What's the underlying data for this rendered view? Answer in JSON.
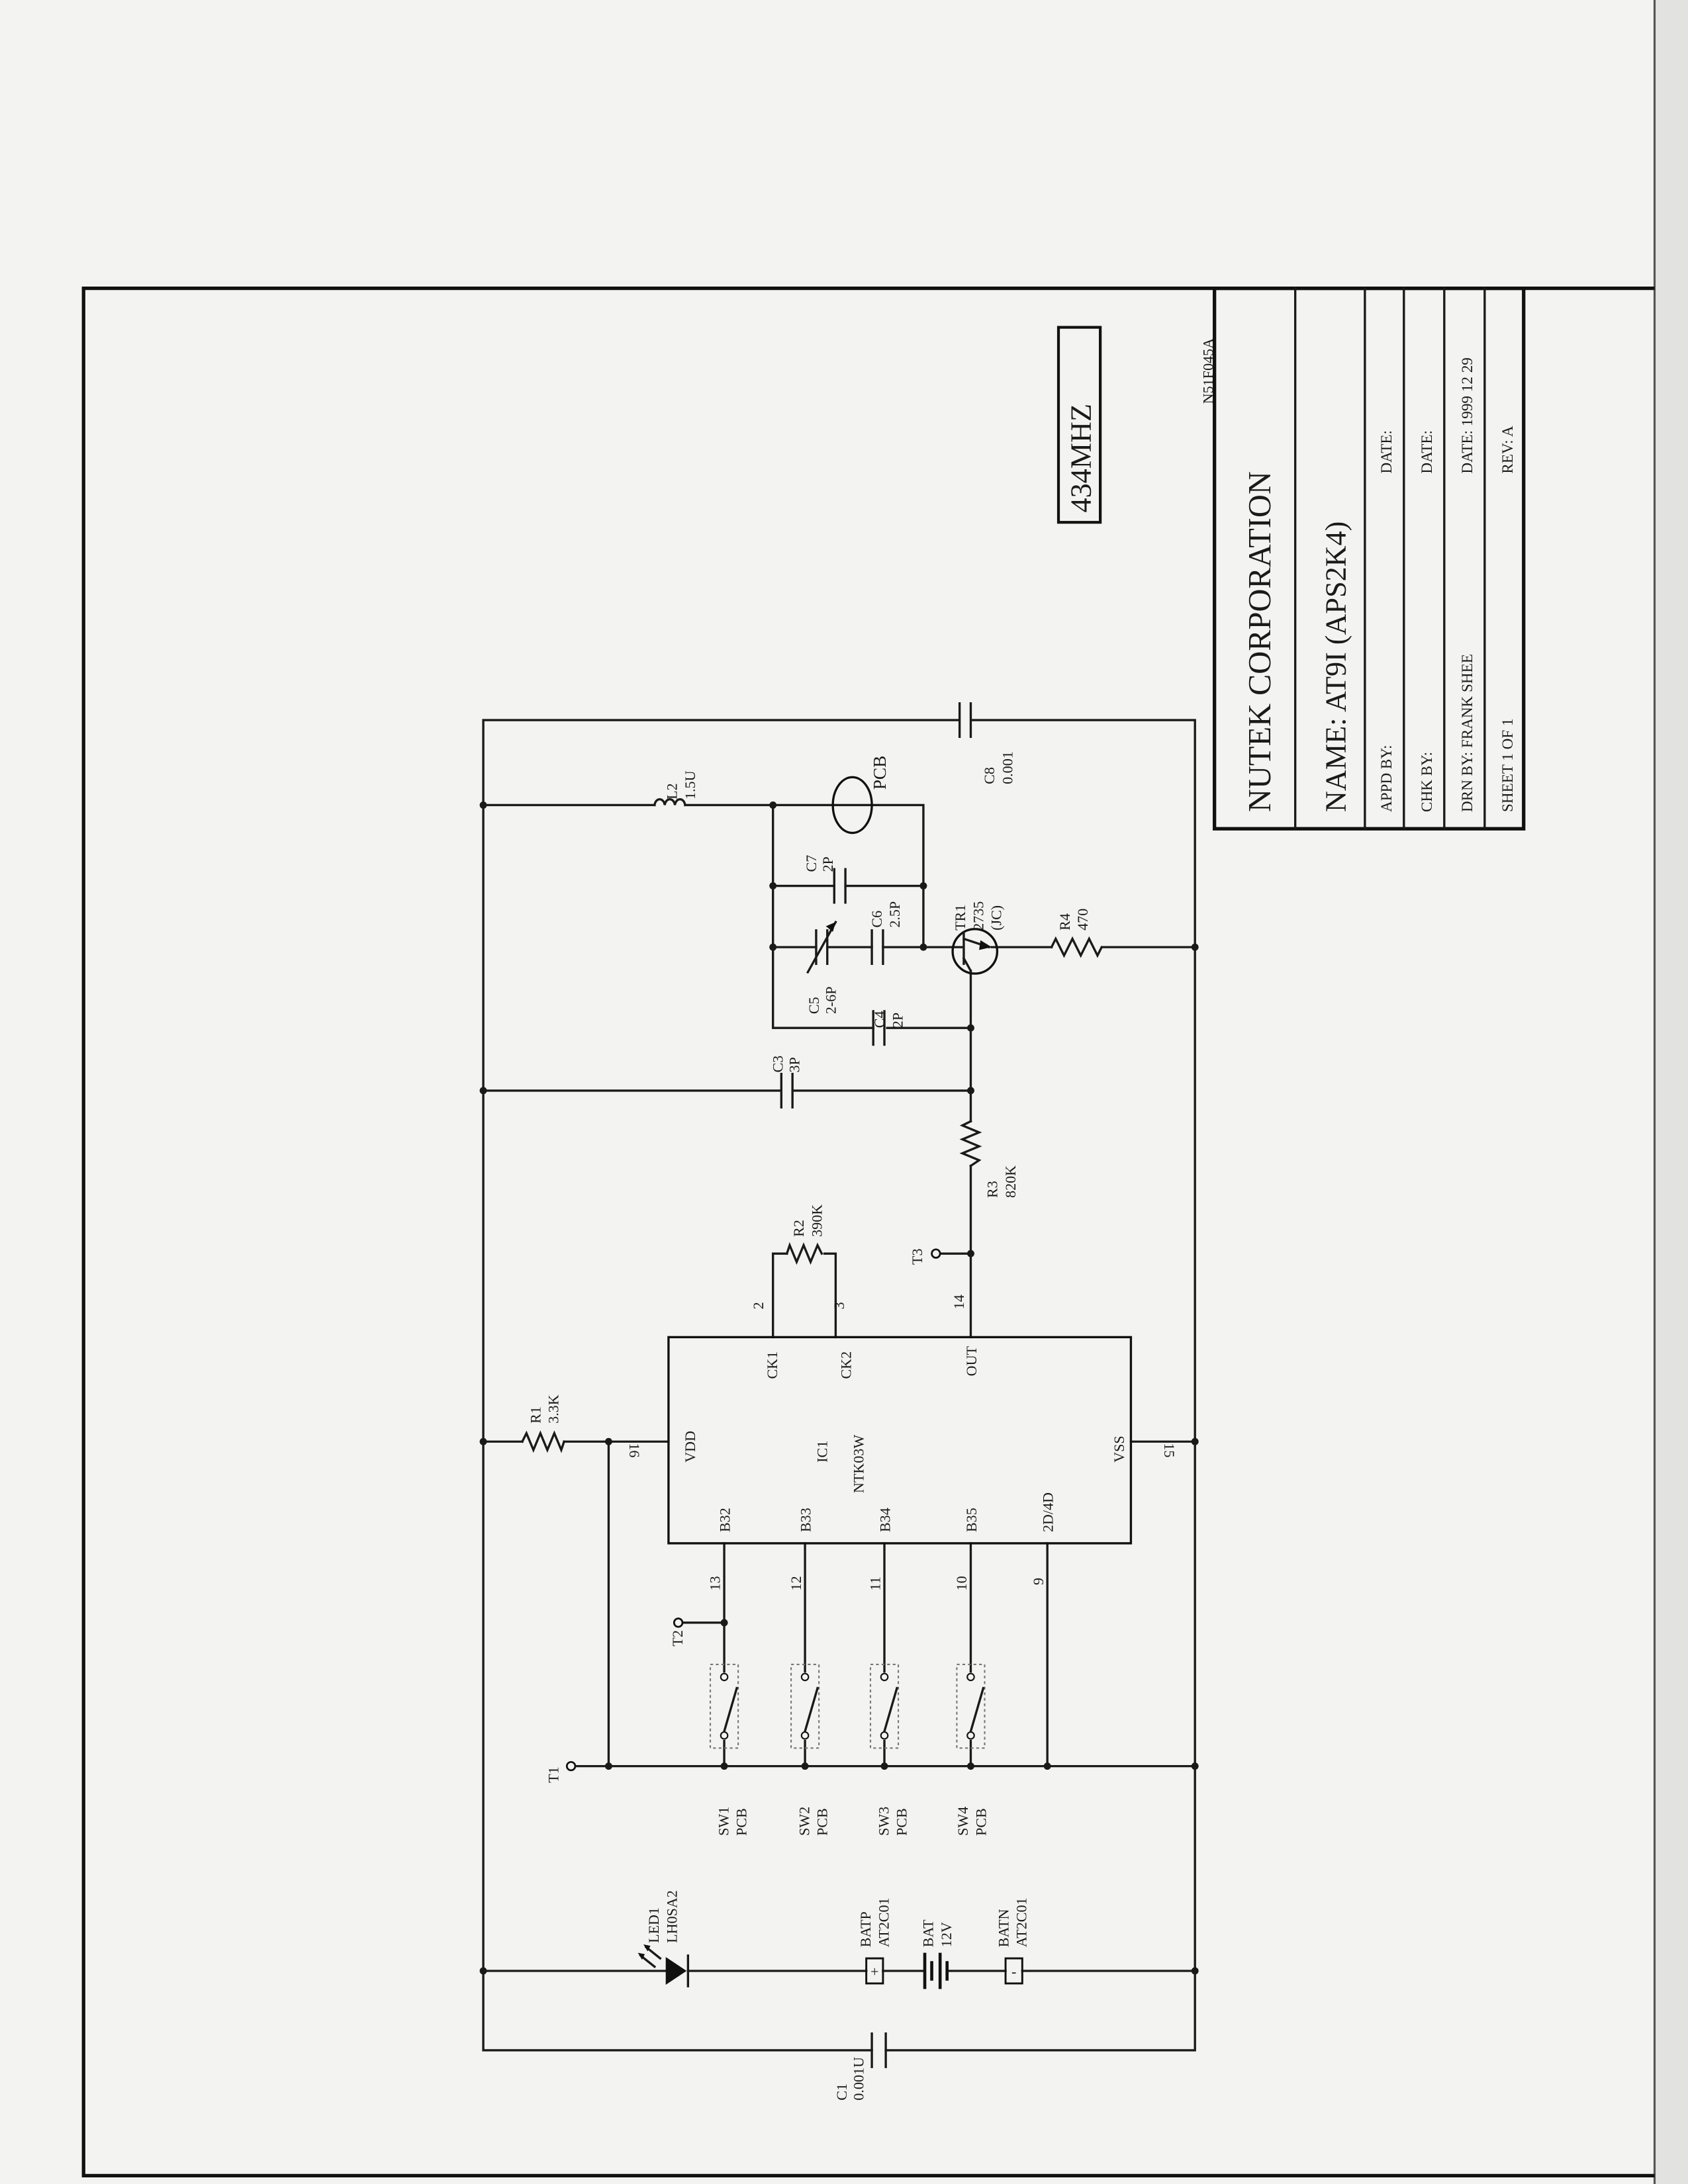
{
  "doc_number": "N51F045A",
  "frequency": "434MHZ",
  "title_block": {
    "company": "NUTEK CORPORATION",
    "name": "NAME:  AT9I   (APS2K4)",
    "appd_by": "APPD BY:",
    "appd_date": "DATE:",
    "chk_by": "CHK BY:",
    "chk_date": "DATE:",
    "drn_by": "DRN BY:   FRANK SHEE",
    "drn_date": "DATE:    1999 12 29",
    "sheet": "SHEET   1    OF    1",
    "rev": "REV:     A"
  },
  "components": {
    "c1": {
      "ref": "C1",
      "value": "0.001U"
    },
    "led1": {
      "ref": "LED1",
      "value": "LH0SA2"
    },
    "batp": {
      "ref": "BATP",
      "value": "AT2C01",
      "sign": "+"
    },
    "bat": {
      "ref": "BAT",
      "value": "12V"
    },
    "batn": {
      "ref": "BATN",
      "value": "AT2C01",
      "sign": "-"
    },
    "sw1": {
      "ref": "SW1",
      "value": "PCB"
    },
    "sw2": {
      "ref": "SW2",
      "value": "PCB"
    },
    "sw3": {
      "ref": "SW3",
      "value": "PCB"
    },
    "sw4": {
      "ref": "SW4",
      "value": "PCB"
    },
    "t1": {
      "ref": "T1"
    },
    "t2": {
      "ref": "T2"
    },
    "t3": {
      "ref": "T3"
    },
    "r1": {
      "ref": "R1",
      "value": "3.3K"
    },
    "r2": {
      "ref": "R2",
      "value": "390K"
    },
    "r3": {
      "ref": "R3",
      "value": "820K"
    },
    "r4": {
      "ref": "R4",
      "value": "470"
    },
    "c3": {
      "ref": "C3",
      "value": "3P"
    },
    "c4": {
      "ref": "C4",
      "value": "2P"
    },
    "c5": {
      "ref": "C5",
      "value": "2-6P"
    },
    "c6": {
      "ref": "C6",
      "value": "2.5P"
    },
    "c7": {
      "ref": "C7",
      "value": "2P"
    },
    "c8": {
      "ref": "C8",
      "value": "0.001"
    },
    "l2": {
      "ref": "L2",
      "value": "1.5U"
    },
    "tr1": {
      "ref": "TR1",
      "value": "2735",
      "note": "(JC)"
    },
    "antenna": {
      "label": "PCB"
    },
    "ic1": {
      "ref": "IC1",
      "part": "NTK03W",
      "pins": {
        "vdd": "VDD",
        "vss": "VSS",
        "ck1": "CK1",
        "ck2": "CK2",
        "out": "OUT",
        "b32": "B32",
        "b33": "B33",
        "b34": "B34",
        "b35": "B35",
        "mode": "2D/4D"
      },
      "pin_numbers": {
        "vdd": "16",
        "vss": "15",
        "ck1": "2",
        "ck2": "3",
        "out": "14",
        "b32": "13",
        "b33": "12",
        "b34": "11",
        "b35": "10",
        "mode": "9"
      }
    }
  }
}
